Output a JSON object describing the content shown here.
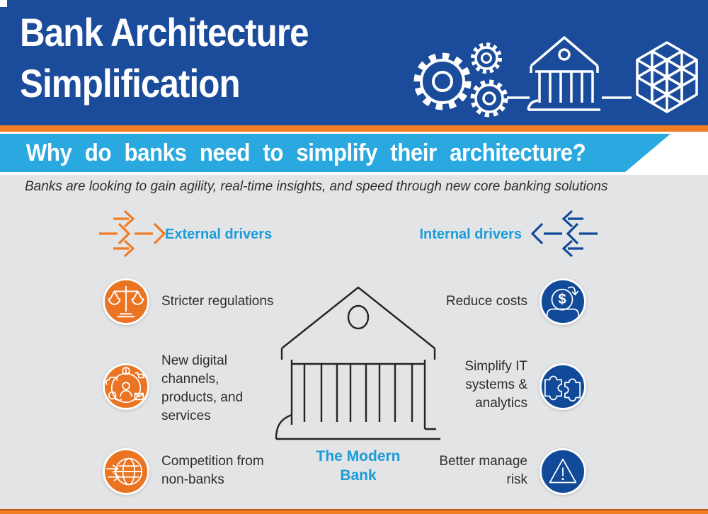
{
  "header": {
    "title_line1": "Bank Architecture",
    "title_line2": "Simplification",
    "icons": [
      "gears-icon",
      "bank-icon",
      "cubes-icon"
    ]
  },
  "banner": {
    "question": "Why do banks need to simplify their architecture?"
  },
  "subtitle": "Banks are looking to gain agility, real-time insights, and speed through new core banking solutions",
  "drivers": {
    "external": {
      "label": "External drivers",
      "arrow_direction": "right",
      "items": [
        {
          "icon": "scales-icon",
          "text": "Stricter regulations"
        },
        {
          "icon": "omnichannel-icon",
          "text": "New digital\nchannels,\nproducts, and\nservices"
        },
        {
          "icon": "globe-arrows-icon",
          "text": "Competition from\nnon-banks"
        }
      ]
    },
    "internal": {
      "label": "Internal drivers",
      "arrow_direction": "left",
      "items": [
        {
          "icon": "cost-reduction-icon",
          "text": "Reduce costs"
        },
        {
          "icon": "puzzle-icon",
          "text": "Simplify IT\nsystems &\nanalytics"
        },
        {
          "icon": "warning-triangle-icon",
          "text": "Better manage\nrisk"
        }
      ]
    }
  },
  "center": {
    "label": "The Modern\nBank",
    "icon": "bank-building-outline-icon"
  },
  "colors": {
    "header_navy": "#1b4c9b",
    "orange": "#f07c23",
    "circle_orange": "#eb7423",
    "banner_blue": "#29a9e0",
    "accent_blue": "#1b9cd9",
    "circle_navy": "#114a99",
    "background_gray": "#e2e4e6",
    "text_dark": "#2e2e2e"
  }
}
